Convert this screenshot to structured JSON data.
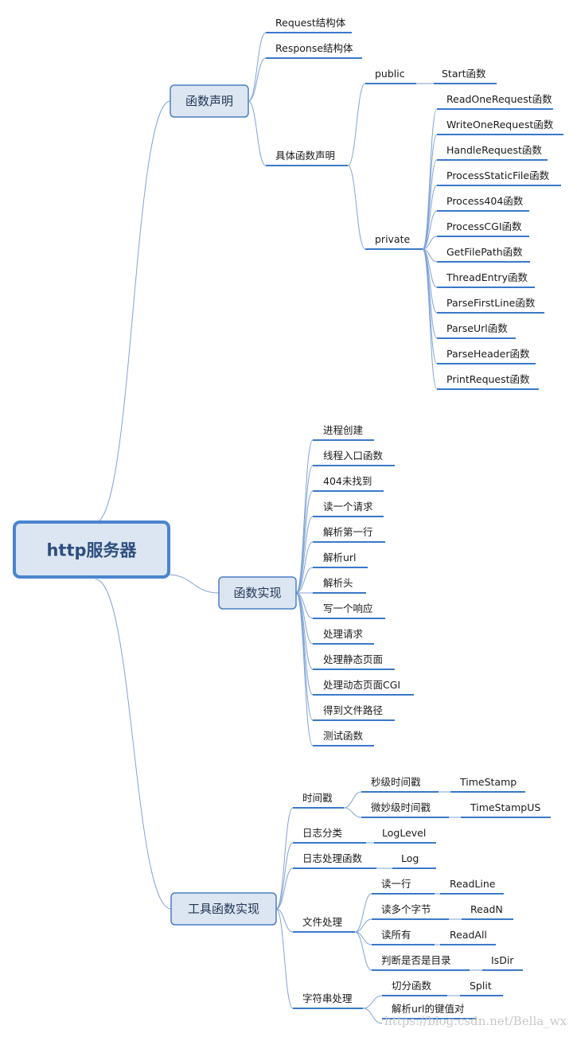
{
  "central": "http服务器",
  "branches": [
    {
      "label": "函数声明",
      "children": [
        {
          "label": "Request结构体"
        },
        {
          "label": "Response结构体"
        },
        {
          "label": "具体函数声明",
          "children": [
            {
              "label": "public",
              "children": [
                {
                  "label": "Start函数"
                }
              ]
            },
            {
              "label": "private",
              "children": [
                {
                  "label": "ReadOneRequest函数"
                },
                {
                  "label": "WriteOneRequest函数"
                },
                {
                  "label": "HandleRequest函数"
                },
                {
                  "label": "ProcessStaticFile函数"
                },
                {
                  "label": "Process404函数"
                },
                {
                  "label": "ProcessCGI函数"
                },
                {
                  "label": "GetFilePath函数"
                },
                {
                  "label": "ThreadEntry函数"
                },
                {
                  "label": "ParseFirstLine函数"
                },
                {
                  "label": "ParseUrl函数"
                },
                {
                  "label": "ParseHeader函数"
                },
                {
                  "label": "PrintRequest函数"
                }
              ]
            }
          ]
        }
      ]
    },
    {
      "label": "函数实现",
      "children": [
        {
          "label": "进程创建"
        },
        {
          "label": "线程入口函数"
        },
        {
          "label": "404未找到"
        },
        {
          "label": "读一个请求"
        },
        {
          "label": "解析第一行"
        },
        {
          "label": "解析url"
        },
        {
          "label": "解析头"
        },
        {
          "label": "写一个响应"
        },
        {
          "label": "处理请求"
        },
        {
          "label": "处理静态页面"
        },
        {
          "label": "处理动态页面CGI"
        },
        {
          "label": "得到文件路径"
        },
        {
          "label": "测试函数"
        }
      ]
    },
    {
      "label": "工具函数实现",
      "children": [
        {
          "label": "时间戳",
          "children": [
            {
              "label": "秒级时间戳",
              "children": [
                {
                  "label": "TimeStamp"
                }
              ]
            },
            {
              "label": "微妙级时间戳",
              "children": [
                {
                  "label": "TimeStampUS"
                }
              ]
            }
          ]
        },
        {
          "label": "日志分类",
          "children": [
            {
              "label": "LogLevel"
            }
          ]
        },
        {
          "label": "日志处理函数",
          "children": [
            {
              "label": "Log"
            }
          ]
        },
        {
          "label": "文件处理",
          "children": [
            {
              "label": "读一行",
              "children": [
                {
                  "label": "ReadLine"
                }
              ]
            },
            {
              "label": "读多个字节",
              "children": [
                {
                  "label": "ReadN"
                }
              ]
            },
            {
              "label": "读所有",
              "children": [
                {
                  "label": "ReadAll"
                }
              ]
            },
            {
              "label": "判断是否是目录",
              "children": [
                {
                  "label": "IsDir"
                }
              ]
            }
          ]
        },
        {
          "label": "字符串处理",
          "children": [
            {
              "label": "切分函数",
              "children": [
                {
                  "label": "Split"
                }
              ]
            },
            {
              "label": "解析url的键值对"
            }
          ]
        }
      ]
    }
  ],
  "watermark": "https://blog.csdn.net/Bella_wx",
  "colors": {
    "line": "#7fa3d6",
    "underline": "#3a78c8",
    "box_fill": "#dce6f2",
    "box_stroke": "#4a7ec4",
    "main_stroke": "#4a84cf",
    "text": "#1a1a1a"
  }
}
